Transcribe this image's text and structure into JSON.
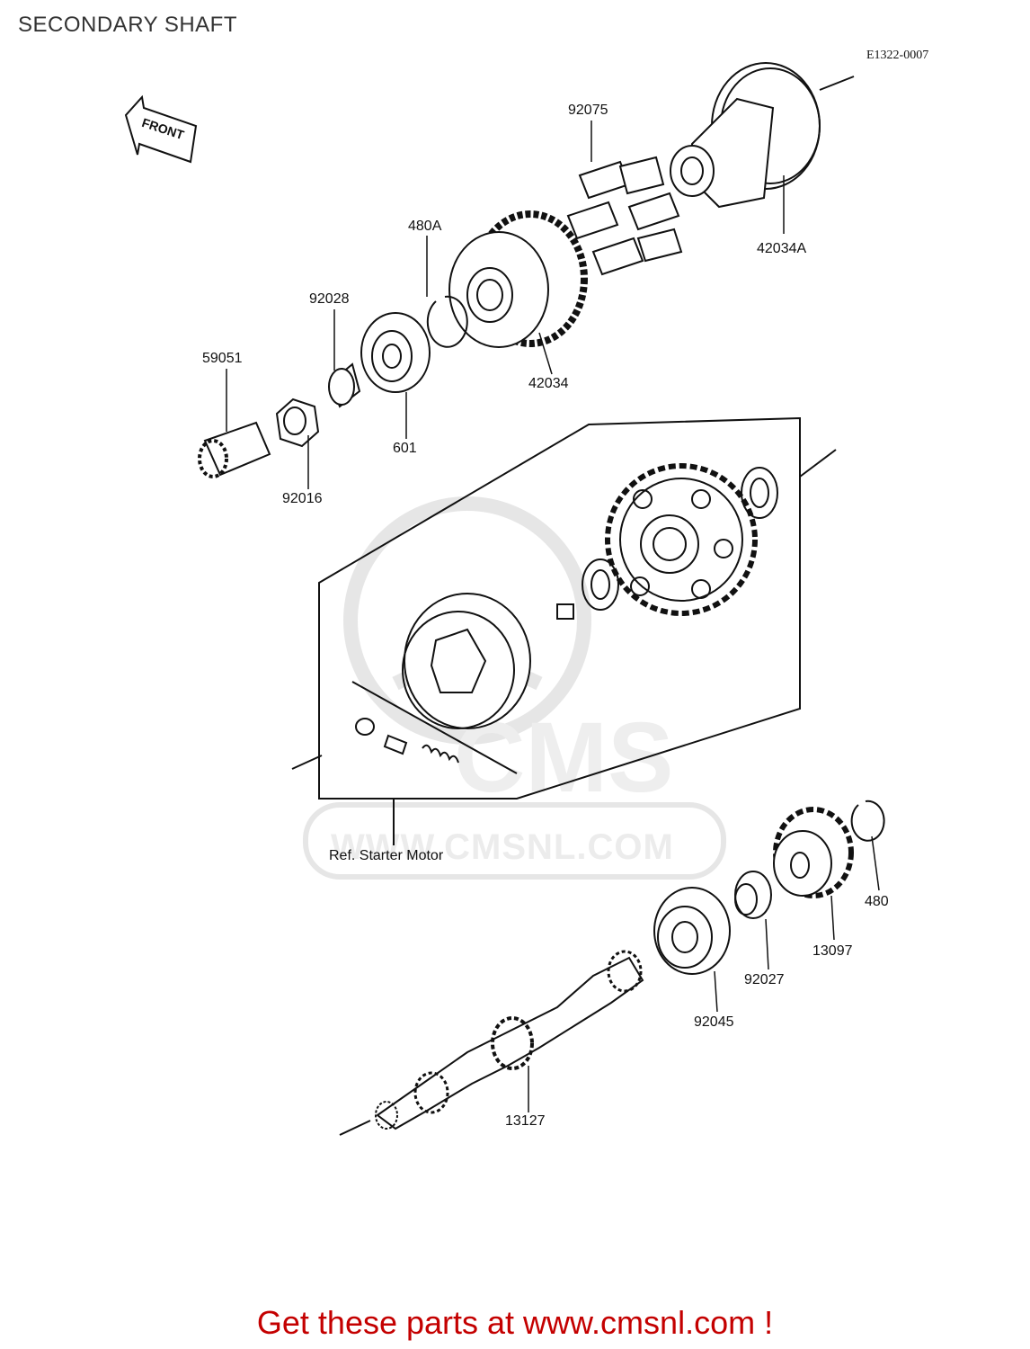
{
  "title": "SECONDARY SHAFT",
  "diagram_code": "E1322-0007",
  "front_label": "FRONT",
  "ref_note": "Ref. Starter Motor",
  "watermark": "WWW.CMSNL.COM",
  "watermark_logo": "CMS",
  "call_to_action": "Get these parts at www.cmsnl.com !",
  "cta_color": "#c40000",
  "parts": [
    {
      "id": "92075"
    },
    {
      "id": "42034A"
    },
    {
      "id": "480A"
    },
    {
      "id": "92028"
    },
    {
      "id": "42034"
    },
    {
      "id": "59051"
    },
    {
      "id": "601"
    },
    {
      "id": "92016"
    },
    {
      "id": "480"
    },
    {
      "id": "13097"
    },
    {
      "id": "92027"
    },
    {
      "id": "92045"
    },
    {
      "id": "13127"
    }
  ]
}
